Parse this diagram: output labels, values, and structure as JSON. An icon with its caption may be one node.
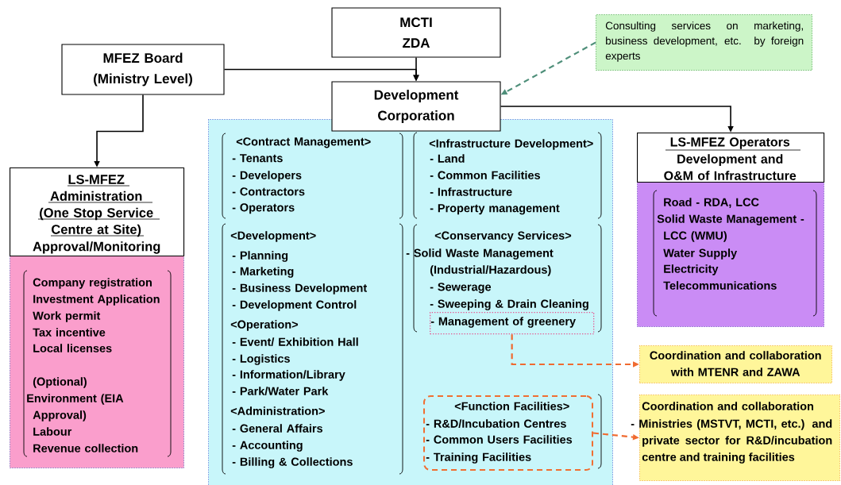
{
  "diagram": {
    "nodes": [
      {
        "text": [
          "MCTI ZDA"
        ]
      },
      {
        "text": [
          "MFEZ Board (Ministry Level)"
        ]
      },
      {
        "text": [
          "Consulting services on marketing, business development, etc. by foreign experts"
        ]
      },
      {
        "text": [
          "Development Corporation"
        ]
      },
      {
        "text": [
          "LS-MFEZ Administration (One Stop Service Centre at Site)",
          "Approval/Monitoring"
        ]
      },
      {
        "text": [
          "Company registration",
          "Investment Application",
          "Work permit",
          "Tax incentive",
          "Local licenses",
          "(Optional)",
          "Environment (EIA Approval)",
          "Labour",
          "Revenue collection"
        ]
      },
      {
        "text": [
          "<Contract Management>",
          "- Tenants",
          "- Developers",
          "- Contractors",
          "- Operators",
          "<Development>",
          "- Planning",
          "- Marketing",
          "- Business Development",
          "- Development Control",
          "<Operation>",
          "- Event/ Exhibition Hall",
          "- Logistics",
          "- Information/Library",
          "- Park/Water Park",
          "<Administration>",
          "- General Affairs",
          "- Accounting",
          "- Billing & Collections",
          "<Infrastructure Development>",
          "- Land",
          "- Common Facilities",
          "- Infrastructure",
          "- Property management",
          "<Conservancy Services>",
          "- Solid Waste Management (Industrial/Hazardous)",
          "- Sewerage",
          "- Sweeping & Drain Cleaning"
        ]
      },
      {
        "text": [
          "- Management of greenery"
        ],
        "in": 6
      },
      {
        "text": [
          "<Function Facilities>",
          "- R&D/Incubation Centres",
          "- Common Users Facilities",
          "- Training Facilities"
        ],
        "in": 6
      },
      {
        "text": [
          "LS-MFEZ Operators",
          "Development and O&M of Infrastructure"
        ]
      },
      {
        "text": [
          "Road - RDA, LCC",
          "Solid Waste Management - LCC (WMU)",
          "Water Supply",
          "Electricity",
          "Telecommunications"
        ]
      },
      {
        "text": [
          "Coordination and collaboration with MTENR and ZAWA"
        ]
      },
      {
        "text": [
          "Coordination and collaboration",
          "- Ministries (MSTVT, MCTI, etc.) and private sector for R&D/incubation centre and training facilities"
        ]
      }
    ],
    "edges": [
      {
        "from": 0,
        "to": 3,
        "arrow": "to"
      },
      {
        "from": 1,
        "to": 3,
        "arrow": "to"
      },
      {
        "from": 1,
        "to": 4,
        "arrow": "to"
      },
      {
        "from": 2,
        "to": 3,
        "arrow": "to",
        "style": "dashed",
        "color": "#4f8f7a"
      },
      {
        "from": 3,
        "to": 9,
        "arrow": "to"
      },
      {
        "from": 7,
        "to": 11,
        "arrow": "to",
        "style": "dashed",
        "color": "#f06a30"
      },
      {
        "from": 8,
        "to": 12,
        "arrow": "to",
        "style": "dashed",
        "color": "#f06a30"
      }
    ]
  }
}
